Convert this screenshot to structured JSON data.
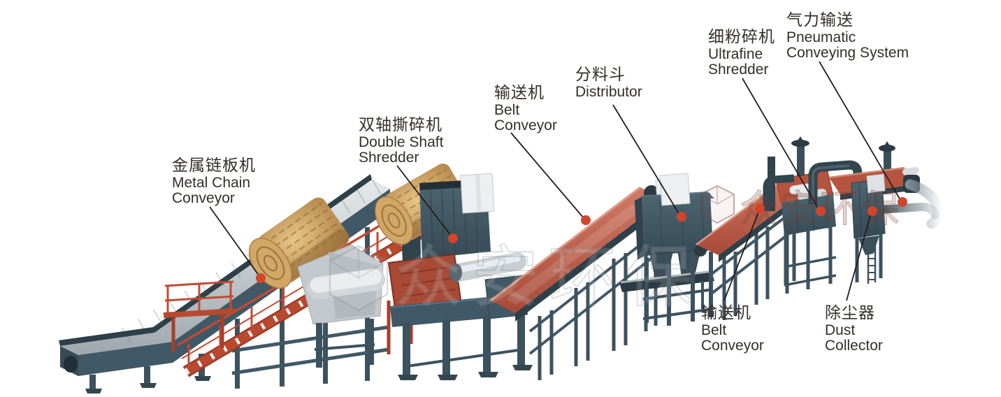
{
  "watermark": {
    "text": "众安环保"
  },
  "colors": {
    "background": "#ffffff",
    "label_text": "#342e2a",
    "leader_line": "#221d1b",
    "marker_dot": "#d1452a",
    "machine_teal": "#41545f",
    "machine_teal_dark": "#2f4049",
    "belt_red": "#bd5a45",
    "frame_red": "#b8492f",
    "belt_silver": "#c3c9cd",
    "hay": "#c79a5a"
  },
  "labels": [
    {
      "id": "metal-chain-conveyor",
      "zh": "金属链板机",
      "en1": "Metal Chain",
      "en2": "Conveyor"
    },
    {
      "id": "double-shaft-shredder",
      "zh": "双轴撕碎机",
      "en1": "Double Shaft",
      "en2": "Shredder"
    },
    {
      "id": "belt-conveyor-1",
      "zh": "输送机",
      "en1": "Belt",
      "en2": "Conveyor"
    },
    {
      "id": "distributor",
      "zh": "分料斗",
      "en1": "Distributor",
      "en2": ""
    },
    {
      "id": "ultrafine-shredder",
      "zh": "细粉碎机",
      "en1": "Ultrafine",
      "en2": "Shredder"
    },
    {
      "id": "pneumatic-conveying-system",
      "zh": "气力输送",
      "en1": "Pneumatic",
      "en2": "Conveying System"
    },
    {
      "id": "belt-conveyor-2",
      "zh": "输送机",
      "en1": "Belt",
      "en2": "Conveyor"
    },
    {
      "id": "dust-collector",
      "zh": "除尘器",
      "en1": "Dust",
      "en2": "Collector"
    }
  ]
}
